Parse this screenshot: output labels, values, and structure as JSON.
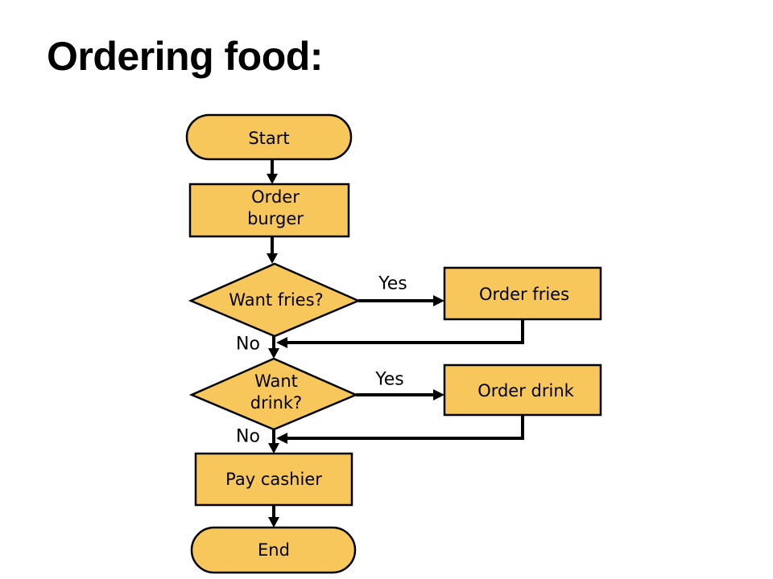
{
  "title": "Ordering food:",
  "colors": {
    "node_fill": "#f7c75c",
    "node_stroke": "#000000",
    "edge": "#000000",
    "background": "#ffffff"
  },
  "nodes": {
    "start": {
      "line1": "Start"
    },
    "order_burger": {
      "line1": "Order",
      "line2": "burger"
    },
    "want_fries": {
      "line1": "Want fries?"
    },
    "order_fries": {
      "line1": "Order fries"
    },
    "want_drink": {
      "line1": "Want",
      "line2": "drink?"
    },
    "order_drink": {
      "line1": "Order drink"
    },
    "pay_cashier": {
      "line1": "Pay cashier"
    },
    "end": {
      "line1": "End"
    }
  },
  "edges": {
    "fries_yes": "Yes",
    "fries_no": "No",
    "drink_yes": "Yes",
    "drink_no": "No"
  }
}
